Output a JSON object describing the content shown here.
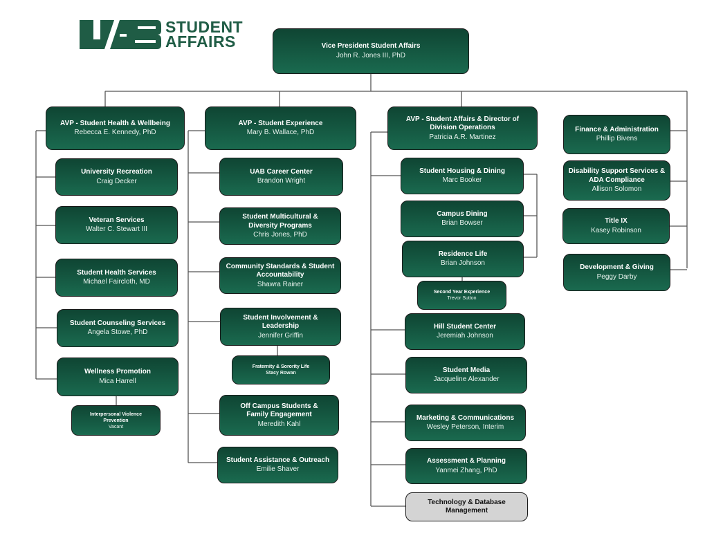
{
  "logo": {
    "mark": "UAB",
    "line1": "STUDENT",
    "line2": "AFFAIRS",
    "color": "#1f5c45"
  },
  "colors": {
    "box_top": "#0f4533",
    "box_bottom": "#1a6a4f",
    "box_gray": "#d4d4d4",
    "line": "#555555"
  },
  "vp": {
    "title": "Vice President Student Affairs",
    "name": "John R. Jones III, PhD"
  },
  "columns": [
    {
      "head": {
        "title": "AVP - Student Health & Wellbeing",
        "name": "Rebecca E. Kennedy, PhD"
      },
      "units": [
        {
          "title": "University Recreation",
          "name": "Craig Decker"
        },
        {
          "title": "Veteran Services",
          "name": "Walter C. Stewart III"
        },
        {
          "title": "Student Health Services",
          "name": "Michael Faircloth, MD"
        },
        {
          "title": "Student Counseling Services",
          "name": "Angela Stowe, PhD"
        },
        {
          "title": "Wellness Promotion",
          "name": "Mica Harrell"
        }
      ],
      "sub": {
        "title": "Interpersonal Violence Prevention",
        "name": "Vacant"
      }
    },
    {
      "head": {
        "title": "AVP - Student Experience",
        "name": "Mary B. Wallace, PhD"
      },
      "units": [
        {
          "title": "UAB Career Center",
          "name": "Brandon Wright"
        },
        {
          "title": "Student Multicultural & Diversity Programs",
          "name": "Chris Jones, PhD"
        },
        {
          "title": "Community Standards & Student Accountability",
          "name": "Shawra Rainer"
        },
        {
          "title": "Student Involvement & Leadership",
          "name": "Jennifer Griffin"
        },
        {
          "title": "Off Campus Students & Family Engagement",
          "name": "Meredith Kahl"
        },
        {
          "title": "Student Assistance & Outreach",
          "name": "Emilie Shaver"
        }
      ],
      "sub": {
        "title": "Fraternity & Sorority Life",
        "name": "Stacy Rowan"
      }
    },
    {
      "head": {
        "title": "AVP - Student Affairs & Director of Division Operations",
        "name": "Patricia A.R. Martinez"
      },
      "units": [
        {
          "title": "Student Housing & Dining",
          "name": "Marc Booker"
        },
        {
          "title": "Campus Dining",
          "name": "Brian Bowser"
        },
        {
          "title": "Residence Life",
          "name": "Brian Johnson"
        },
        {
          "title": "Hill Student Center",
          "name": "Jeremiah Johnson"
        },
        {
          "title": "Student Media",
          "name": "Jacqueline Alexander"
        },
        {
          "title": "Marketing & Communications",
          "name": "Wesley Peterson, Interim"
        },
        {
          "title": "Assessment & Planning",
          "name": "Yanmei Zhang, PhD"
        },
        {
          "title": "Technology & Database Management",
          "name": ""
        }
      ],
      "sub": {
        "title": "Second Year Experience",
        "name": "Trevor Sutton"
      }
    },
    {
      "units": [
        {
          "title": "Finance & Administration",
          "name": "Phillip Bivens"
        },
        {
          "title": "Disability Support Services & ADA Compliance",
          "name": "Allison Solomon"
        },
        {
          "title": "Title IX",
          "name": "Kasey Robinson"
        },
        {
          "title": "Development & Giving",
          "name": "Peggy Darby"
        }
      ]
    }
  ]
}
